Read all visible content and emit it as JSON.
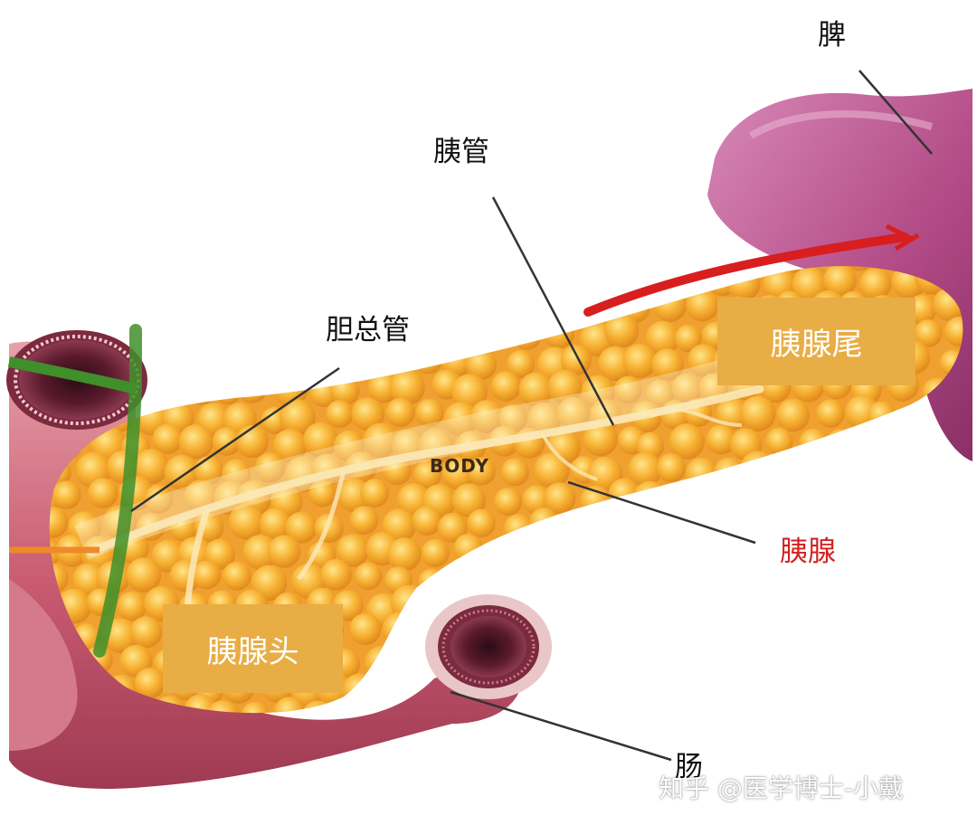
{
  "labels": {
    "spleen": "脾",
    "pancreatic_duct": "胰管",
    "common_bile_duct": "胆总管",
    "pancreas": "胰腺",
    "intestine": "肠",
    "body_word": "BODY"
  },
  "boxes": {
    "tail": "胰腺尾",
    "head": "胰腺头"
  },
  "watermark": "知乎 @医学博士-小戴",
  "colors": {
    "box": "#e8ad45",
    "pancreas": "#f0a030",
    "pancreas_label": "#d42020",
    "spleen": "#b24a86",
    "intestine": "#c85a70",
    "bile_duct": "#3f8f2a",
    "artery": "#d81e1e"
  }
}
